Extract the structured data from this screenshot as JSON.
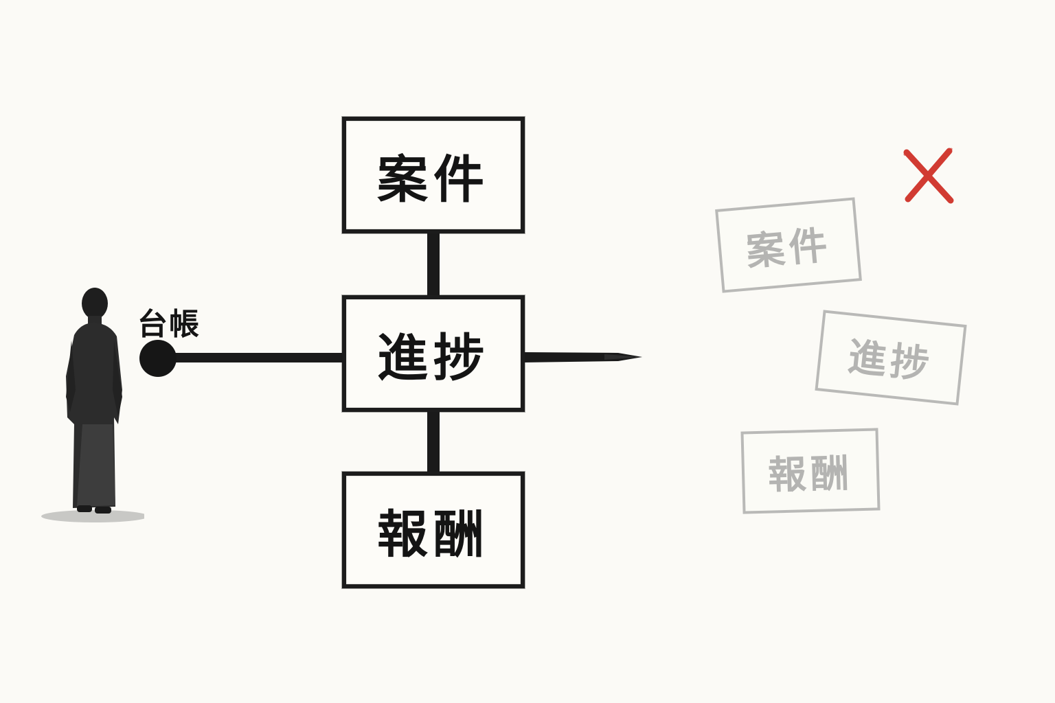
{
  "diagram": {
    "ledger_label": "台帳",
    "stack": [
      {
        "id": "case",
        "label": "案件"
      },
      {
        "id": "progress",
        "label": "進捗"
      },
      {
        "id": "reward",
        "label": "報酬"
      }
    ],
    "scattered": [
      {
        "id": "case",
        "label": "案件"
      },
      {
        "id": "progress",
        "label": "進捗"
      },
      {
        "id": "reward",
        "label": "報酬"
      }
    ]
  },
  "colors": {
    "background": "#fbfaf6",
    "ink": "#1c1c1c",
    "faded": "#b9b9b7",
    "reject_mark": "#d13b32"
  },
  "icons": {
    "person": "standing-robed-figure-icon",
    "anchor": "ink-dot-icon",
    "reject": "red-x-icon"
  }
}
